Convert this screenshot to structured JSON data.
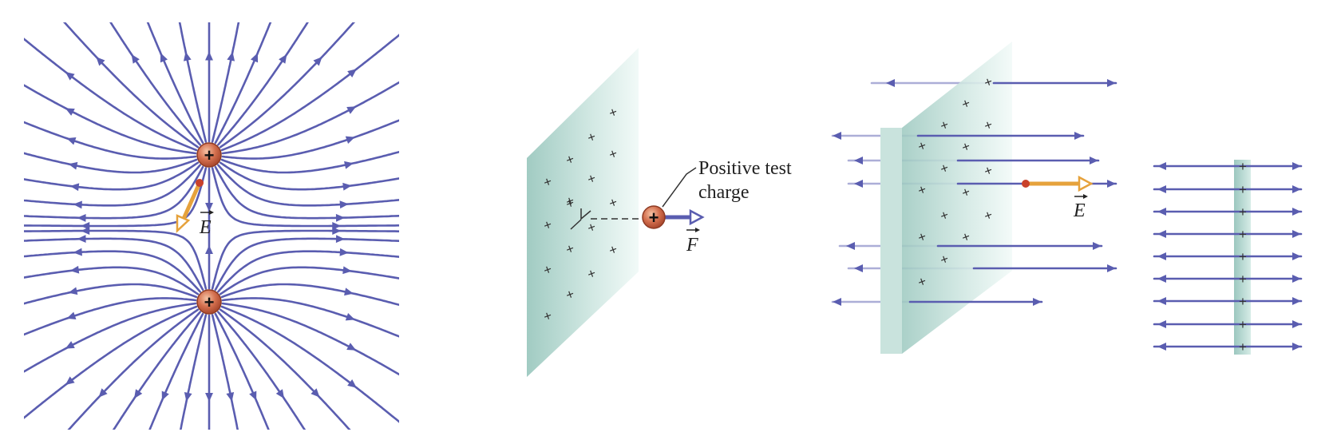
{
  "panel_a": {
    "charge_signs": [
      "+",
      "+"
    ],
    "field_label": "E"
  },
  "panel_b": {
    "callout_line1": "Positive test",
    "callout_line2": "charge",
    "charge_sign": "+",
    "force_label": "F",
    "sheet_sign": "+"
  },
  "panel_c": {
    "field_label": "E",
    "sheet_sign": "+"
  },
  "panel_d": {
    "sheet_sign": "+"
  },
  "colors": {
    "field_line": "#5a5db0",
    "field_vector": "#e6a23c",
    "charge": "#c9563a",
    "sheet": "#bfdcd6"
  }
}
